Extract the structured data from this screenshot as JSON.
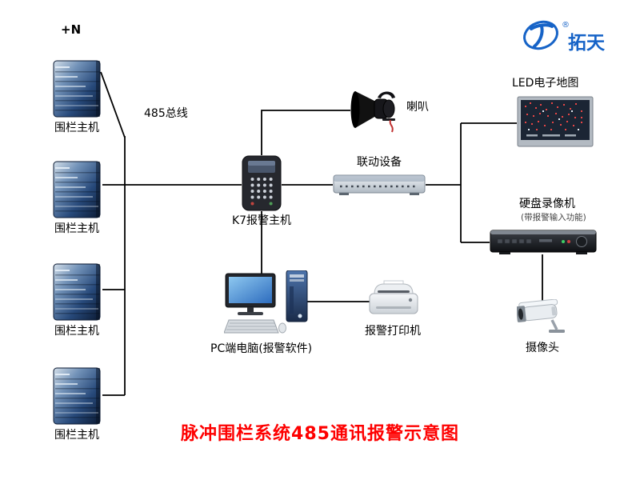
{
  "title": {
    "text": "脉冲围栏系统485通讯报警示意图",
    "color": "#fe0000"
  },
  "logo": {
    "brand": "拓天",
    "registered": "®",
    "color": "#1663c7"
  },
  "annotations": {
    "host_count": "+N",
    "bus": "485总线"
  },
  "nodes": {
    "fence_host": {
      "label": "围栏主机"
    },
    "k7_host": {
      "label": "K7报警主机"
    },
    "speaker": {
      "label": "喇叭"
    },
    "linkage": {
      "label": "联动设备"
    },
    "led_map": {
      "label": "LED电子地图"
    },
    "dvr": {
      "label": "硬盘录像机",
      "sublabel": "(带报警输入功能)"
    },
    "camera": {
      "label": "摄像头"
    },
    "pc": {
      "label": "PC端电脑(报警软件)"
    },
    "printer": {
      "label": "报警打印机"
    }
  },
  "colors": {
    "line": "#000000",
    "background": "#ffffff"
  }
}
